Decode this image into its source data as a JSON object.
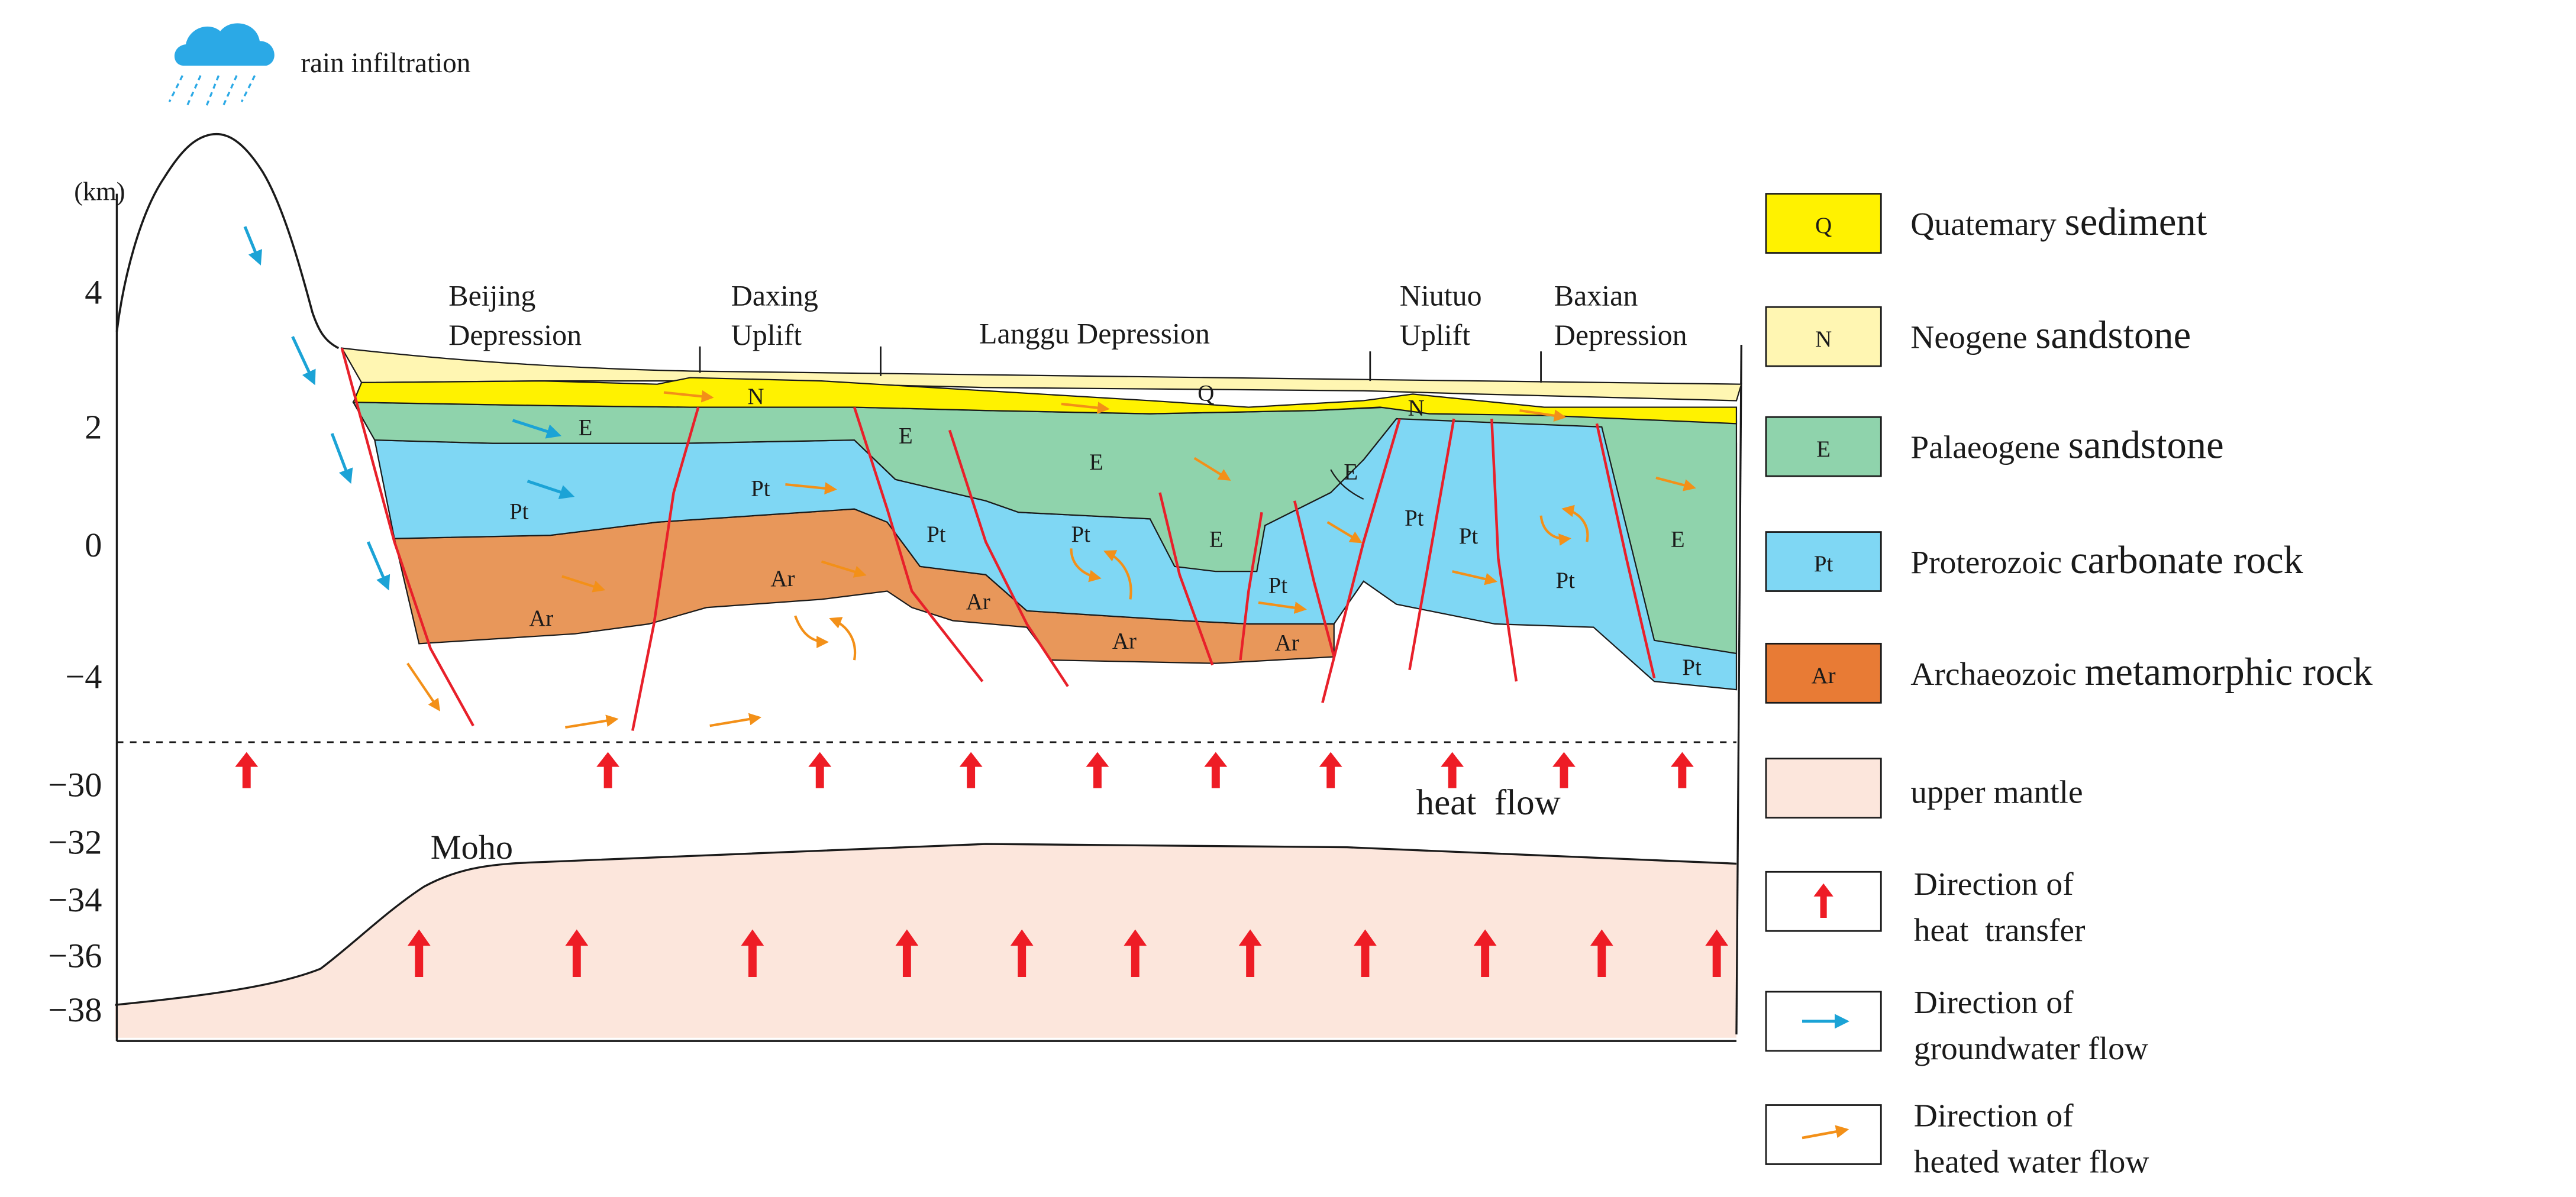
{
  "colors": {
    "quaternary": "#FFF200",
    "neogene": "#FFF6B2",
    "palaeogene": "#8FD3AC",
    "proterozoic": "#7FD7F4",
    "archaeozoic": "#E8975A",
    "legend_archaeozoic": "#E87B35",
    "mantle": "#FCE6DC",
    "fault": "#E8202A",
    "heat_arrow": "#EE1C25",
    "groundwater_arrow": "#1BA3D6",
    "heated_water_arrow": "#F39018"
  },
  "icons": {
    "rain": "rain-cloud-icon"
  },
  "rain_label": "rain infiltration",
  "axis": {
    "unit_label": "(km)",
    "upper_ticks": [
      "4",
      "2",
      "0",
      "−4"
    ],
    "lower_ticks": [
      "−30",
      "−32",
      "−34",
      "−36",
      "−38"
    ]
  },
  "regions": [
    {
      "line1": "Beijing",
      "line2": "Depression"
    },
    {
      "line1": "Daxing",
      "line2": "Uplift"
    },
    {
      "line1": "Langgu Depression",
      "line2": ""
    },
    {
      "line1": "Niutuo",
      "line2": "Uplift"
    },
    {
      "line1": "Baxian",
      "line2": "Depression"
    }
  ],
  "unit_codes": {
    "q": "Q",
    "n": "N",
    "e": "E",
    "pt": "Pt",
    "ar": "Ar"
  },
  "heat_flow_label": "heat  flow",
  "moho_label": "Moho",
  "legend": {
    "quaternary": {
      "code": "Q",
      "prefix": "Quatemary ",
      "suffix": "sediment"
    },
    "neogene": {
      "code": "N",
      "prefix": "Neogene ",
      "suffix": "sandstone"
    },
    "palaeogene": {
      "code": "E",
      "prefix": "Palaeogene ",
      "suffix": "sandstone"
    },
    "proterozoic": {
      "code": "Pt",
      "prefix": "Proterozoic ",
      "suffix": "carbonate rock"
    },
    "archaeozoic": {
      "code": "Ar",
      "prefix": "Archaeozoic ",
      "suffix": "metamorphic rock"
    },
    "mantle": {
      "label": "upper mantle"
    },
    "heat_transfer": {
      "line1": "Direction of",
      "line2": "heat  transfer"
    },
    "groundwater": {
      "line1": "Direction of",
      "line2": "groundwater flow"
    },
    "heated_water": {
      "line1": "Direction of",
      "line2": "heated water flow"
    }
  }
}
